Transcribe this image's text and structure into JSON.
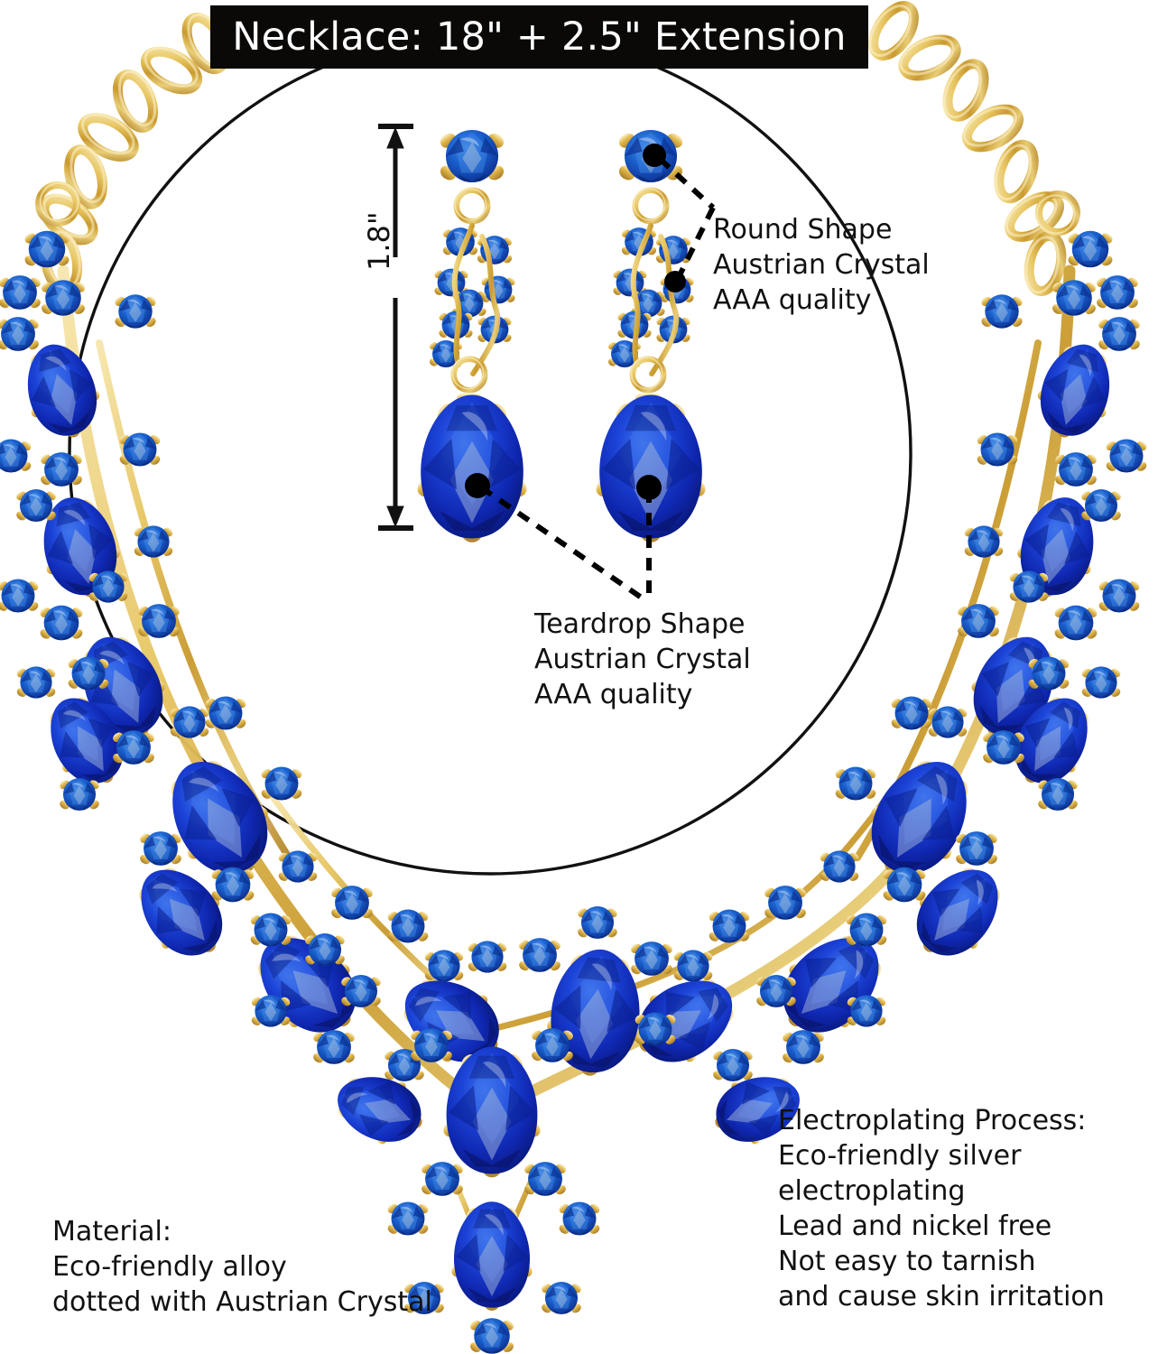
{
  "banner": {
    "title": "Necklace: 18\" + 2.5\" Extension"
  },
  "dimension": {
    "earring_length_label": "1.8\""
  },
  "annotations": {
    "round_stone": "Round Shape\nAustrian Crystal\nAAA quality",
    "teardrop_stone": "Teardrop Shape\nAustrian Crystal\nAAA quality",
    "material": "Material:\nEco-friendly alloy\ndotted with Austrian Crystal",
    "electroplating": "Electroplating Process:\nEco-friendly silver\nelectroplating\nLead and nickel free\nNot easy to tarnish\nand cause skin irritation"
  },
  "colors": {
    "background": "#ffffff",
    "banner_bg": "#0a0908",
    "banner_text": "#ffffff",
    "annotation_text": "#111111",
    "crystal_deep": "#0b1f9e",
    "crystal_mid": "#1437cf",
    "crystal_bright": "#2f63e8",
    "crystal_pale": "#8fa7cf",
    "crystal_small": "#1a63cf",
    "gold_light": "#f2dd9a",
    "gold_mid": "#e0b848",
    "gold_dark": "#b8892a",
    "outline": "#111111"
  },
  "product": {
    "items": [
      {
        "name": "statement-necklace",
        "stone_shape": "teardrop"
      },
      {
        "name": "drop-earring-left",
        "stone_shape": "round + teardrop"
      },
      {
        "name": "drop-earring-right",
        "stone_shape": "round + teardrop"
      }
    ]
  }
}
